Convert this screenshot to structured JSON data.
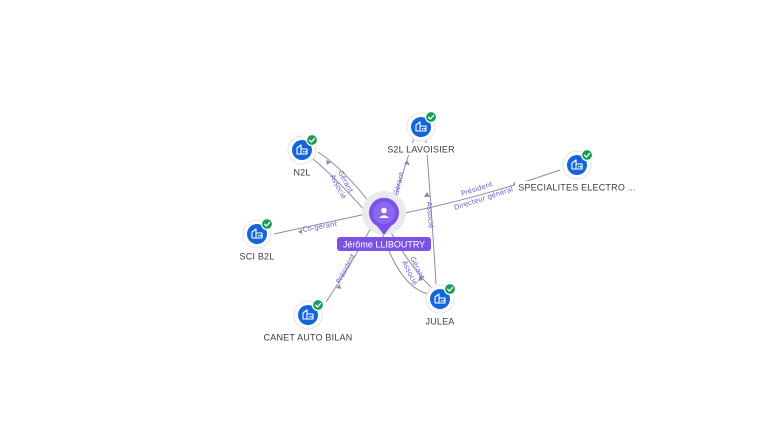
{
  "center": {
    "label": "Jérôme LLIBOUTRY",
    "icon": "person-icon",
    "color": "#7b52e8"
  },
  "companies": [
    {
      "id": "n2l",
      "label": "N2L",
      "icon": "company-building-icon",
      "status": "verified-check-icon"
    },
    {
      "id": "s2l",
      "label": "S2L LAVOISIER",
      "icon": "company-building-icon",
      "status": "verified-check-icon"
    },
    {
      "id": "spec",
      "label": "SPECIALITES ELECTRO ...",
      "icon": "company-building-icon",
      "status": "verified-check-icon"
    },
    {
      "id": "scib2l",
      "label": "SCI B2L",
      "icon": "company-building-icon",
      "status": "verified-check-icon"
    },
    {
      "id": "canet",
      "label": "CANET AUTO BILAN",
      "icon": "company-building-icon",
      "status": "verified-check-icon"
    },
    {
      "id": "julea",
      "label": "JULEA",
      "icon": "company-building-icon",
      "status": "verified-check-icon"
    }
  ],
  "relations": [
    {
      "id": "rel-n2l",
      "labels": [
        "Gérant",
        "Associé"
      ]
    },
    {
      "id": "rel-s2l",
      "labels": [
        "Gérant"
      ]
    },
    {
      "id": "rel-spec",
      "labels": [
        "Président",
        "Directeur général"
      ]
    },
    {
      "id": "rel-scib2l",
      "labels": [
        "Co-gérant"
      ]
    },
    {
      "id": "rel-canet",
      "labels": [
        "Président"
      ]
    },
    {
      "id": "rel-julea",
      "labels": [
        "Gérant",
        "Associé"
      ]
    },
    {
      "id": "rel-s2l-julea",
      "labels": [
        "Associé"
      ]
    }
  ],
  "colors": {
    "company_disc": "#1565d8",
    "verified": "#1a9e55",
    "edge": "#8e8aa8",
    "edge_label": "#6a5fd0"
  }
}
